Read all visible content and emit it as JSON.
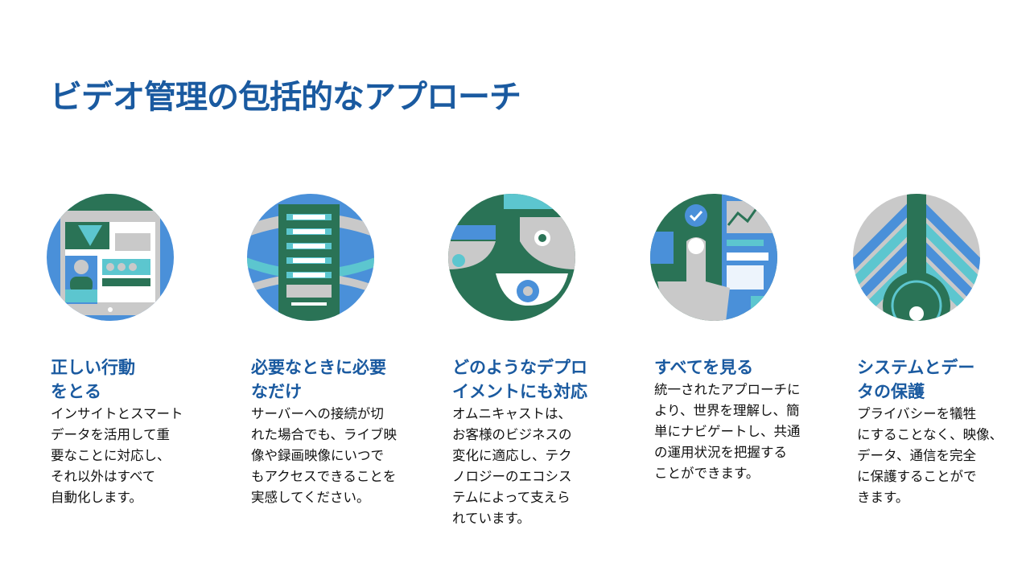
{
  "title": "ビデオ管理の包括的なアプローチ",
  "colors": {
    "title": "#1a5aa0",
    "blue": "#4a90d9",
    "green": "#2a7356",
    "teal": "#5cc6cf",
    "grey": "#c9c9c9"
  },
  "columns": [
    {
      "icon": "dashboard-icon",
      "heading": [
        "正しい行動",
        "をとる"
      ],
      "body": [
        "インサイトとスマート",
        "データを活用して重",
        "要なことに対応し、",
        "それ以外はすべて",
        "自動化します。"
      ]
    },
    {
      "icon": "server-icon",
      "heading": [
        "必要なときに必要",
        "なだけ"
      ],
      "body": [
        "サーバーへの接続が切",
        "れた場合でも、ライブ映",
        "像や録画映像にいつで",
        "もアクセスできることを",
        "実感してください。"
      ]
    },
    {
      "icon": "camera-icon",
      "heading": [
        "どのようなデプロ",
        "イメントにも対応"
      ],
      "body": [
        "オムニキャストは、",
        "お客様のビジネスの",
        "変化に適応し、テク",
        "ノロジーのエコシス",
        "テムによって支えら",
        "れています。"
      ]
    },
    {
      "icon": "touch-screen-icon",
      "heading": [
        "すべてを見る"
      ],
      "body": [
        "統一されたアプローチに",
        "より、世界を理解し、簡",
        "単にナビゲートし、共通",
        "の運用状況を把握する",
        "ことができます。"
      ]
    },
    {
      "icon": "key-icon",
      "heading": [
        "システムとデー",
        "タの保護"
      ],
      "body": [
        "プライバシーを犠牲",
        "にすることなく、映像、",
        "データ、通信を完全",
        "に保護することがで",
        "きます。"
      ]
    }
  ]
}
